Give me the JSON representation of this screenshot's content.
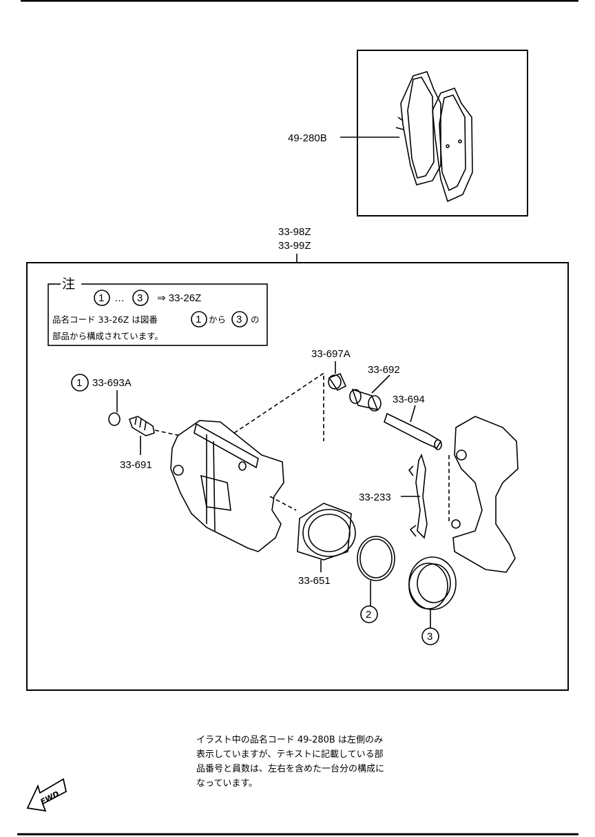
{
  "labels": {
    "pad": "49-280B",
    "caliper_assy_1": "33-98Z",
    "caliper_assy_2": "33-99Z",
    "boot_1": "33-693A",
    "bleeder": "33-691",
    "bushing": "33-697A",
    "sleeve": "33-692",
    "guide_pin": "33-694",
    "spring": "33-233",
    "piston": "33-651"
  },
  "circled": {
    "one": "1",
    "two": "2",
    "three": "3"
  },
  "note_box": {
    "title": "注",
    "range_dots": "…",
    "arrow": "⇒ 33-26Z",
    "line2_a": "品名コード 33-26Z は図番",
    "line2_b": "から",
    "line2_c": "の",
    "line3": "部品から構成されています。"
  },
  "footer_note": "イラスト中の品名コード 49-280B は左側のみ\n表示していますが、テキストに記載している部\n品番号と員数は、左右を含めた一台分の構成に\nなっています。",
  "fwd": "FWD"
}
